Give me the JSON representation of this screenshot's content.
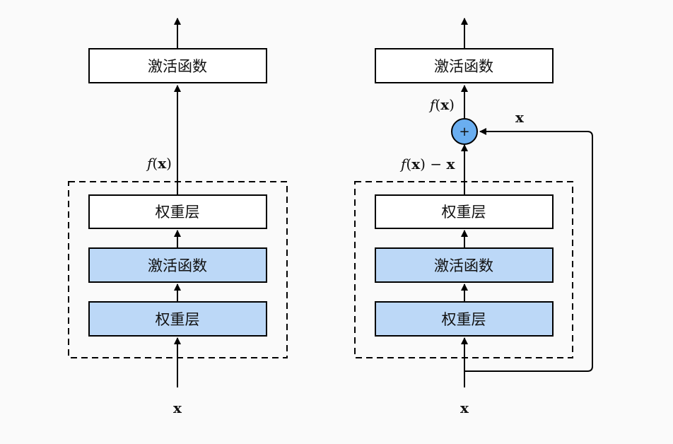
{
  "colors": {
    "background": "#fafafa",
    "stroke": "#000000",
    "highlight_fill": "#bcd8f7",
    "plain_fill": "#ffffff",
    "adder_fill": "#6aaef0"
  },
  "left": {
    "output_box": "激活函数",
    "top_layer": "权重层",
    "middle_layer": "激活函数",
    "bottom_layer": "权重层",
    "label_fx_f": "f",
    "label_fx_open": "(",
    "label_fx_x": "x",
    "label_fx_close": ")",
    "input_label": "x"
  },
  "right": {
    "output_box": "激活函数",
    "top_layer": "权重层",
    "middle_layer": "激活函数",
    "bottom_layer": "权重层",
    "label_fx_f": "f",
    "label_fx_open": "(",
    "label_fx_x": "x",
    "label_fx_close": ")",
    "label_res_f": "f",
    "label_res_open": "(",
    "label_res_x": "x",
    "label_res_close": ")",
    "label_res_minus": " − ",
    "label_res_x2": "x",
    "skip_label": "x",
    "adder_symbol": "+",
    "input_label": "x"
  }
}
